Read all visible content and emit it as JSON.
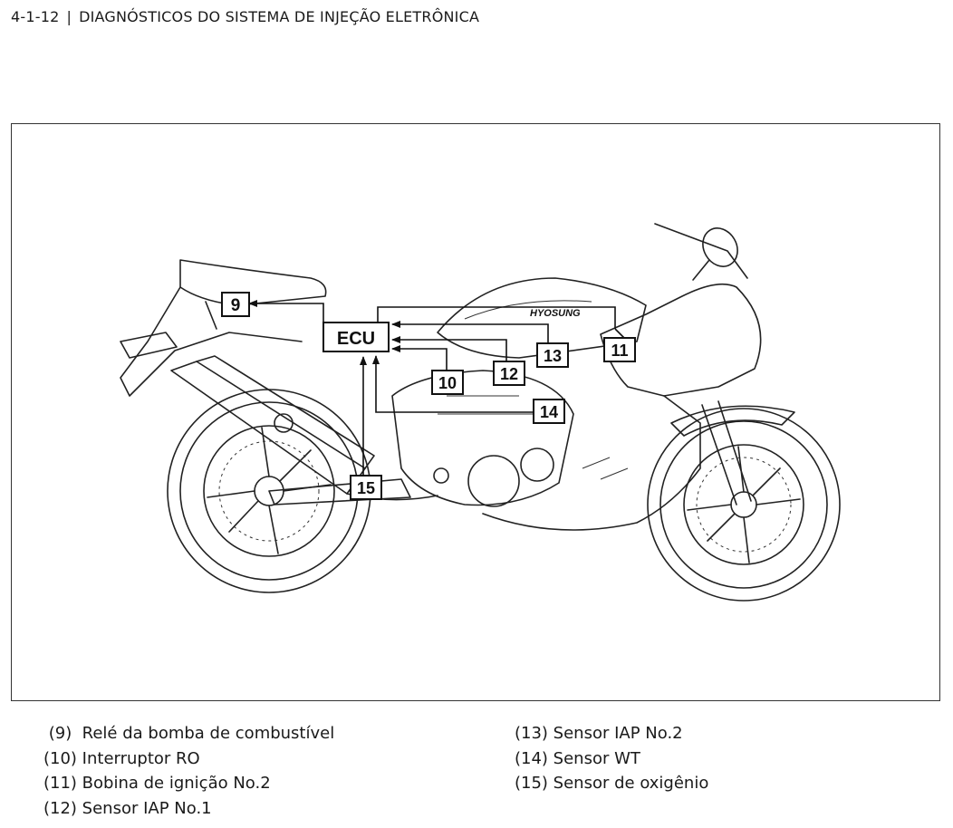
{
  "header": {
    "page_number": "4-1-12",
    "separator": "|",
    "title": "DIAGNÓSTICOS DO SISTEMA DE INJEÇÃO ELETRÔNICA"
  },
  "figure": {
    "ecu_label": "ECU",
    "brand_text": "HYOSUNG",
    "callouts": {
      "c9": "9",
      "c10": "10",
      "c11": "11",
      "c12": "12",
      "c13": "13",
      "c14": "14",
      "c15": "15"
    }
  },
  "legend": {
    "left": [
      " (9)  Relé da bomba de combustível",
      "(10) Interruptor RO",
      "(11) Bobina de ignição No.2",
      "(12) Sensor IAP No.1"
    ],
    "right": [
      "(13) Sensor IAP No.2",
      "(14) Sensor WT",
      "(15) Sensor de oxigênio"
    ]
  }
}
